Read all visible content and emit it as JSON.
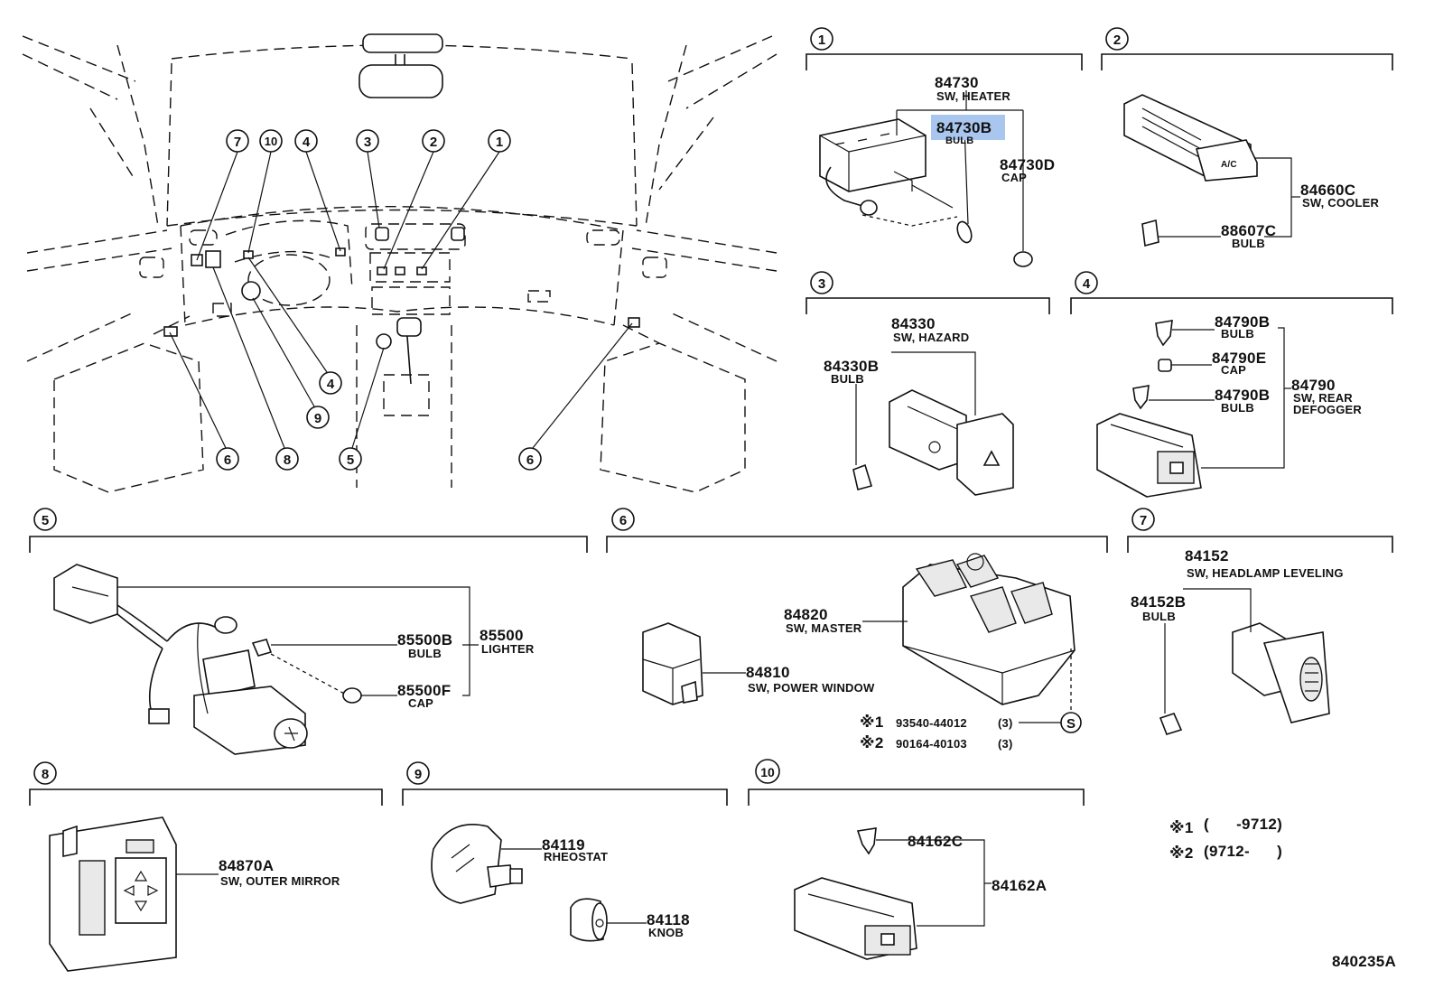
{
  "diagram_code": "840235A",
  "overview": {
    "callouts": [
      "7",
      "10",
      "4",
      "3",
      "2",
      "1",
      "4",
      "9",
      "6",
      "8",
      "5",
      "6"
    ]
  },
  "sections": [
    {
      "id": "1",
      "parts": [
        {
          "number": "84730",
          "description": "SW, HEATER"
        },
        {
          "number": "84730B",
          "description": "BULB",
          "highlighted": true
        },
        {
          "number": "84730D",
          "description": "CAP"
        }
      ]
    },
    {
      "id": "2",
      "parts": [
        {
          "number": "84660C",
          "description": "SW, COOLER"
        },
        {
          "number": "88607C",
          "description": "BULB"
        }
      ],
      "label_on_part": "A/C"
    },
    {
      "id": "3",
      "parts": [
        {
          "number": "84330",
          "description": "SW, HAZARD"
        },
        {
          "number": "84330B",
          "description": "BULB"
        }
      ]
    },
    {
      "id": "4",
      "parts": [
        {
          "number": "84790B",
          "description": "BULB"
        },
        {
          "number": "84790E",
          "description": "CAP"
        },
        {
          "number": "84790",
          "description_line1": "SW, REAR",
          "description_line2": "DEFOGGER"
        },
        {
          "number": "84790B",
          "description": "BULB"
        }
      ]
    },
    {
      "id": "5",
      "parts": [
        {
          "number": "85500B",
          "description": "BULB"
        },
        {
          "number": "85500",
          "description": "LIGHTER"
        },
        {
          "number": "85500F",
          "description": "CAP"
        }
      ]
    },
    {
      "id": "6",
      "parts": [
        {
          "number": "84820",
          "description": "SW, MASTER"
        },
        {
          "number": "84810",
          "description": "SW, POWER WINDOW"
        }
      ],
      "screws": [
        {
          "mark": "※1",
          "number": "93540-44012",
          "qty": "(3)"
        },
        {
          "mark": "※2",
          "number": "90164-40103",
          "qty": "(3)"
        }
      ],
      "screw_symbol": "S"
    },
    {
      "id": "7",
      "parts": [
        {
          "number": "84152",
          "description": "SW, HEADLAMP LEVELING"
        },
        {
          "number": "84152B",
          "description": "BULB"
        }
      ]
    },
    {
      "id": "8",
      "parts": [
        {
          "number": "84870A",
          "description": "SW, OUTER MIRROR"
        }
      ]
    },
    {
      "id": "9",
      "parts": [
        {
          "number": "84119",
          "description": "RHEOSTAT"
        },
        {
          "number": "84118",
          "description": "KNOB"
        }
      ]
    },
    {
      "id": "10",
      "parts": [
        {
          "number": "84162C",
          "description": ""
        },
        {
          "number": "84162A",
          "description": ""
        }
      ]
    }
  ],
  "notes": [
    {
      "mark": "※1",
      "range": "(      -9712)"
    },
    {
      "mark": "※2",
      "range": "(9712-      )"
    }
  ]
}
